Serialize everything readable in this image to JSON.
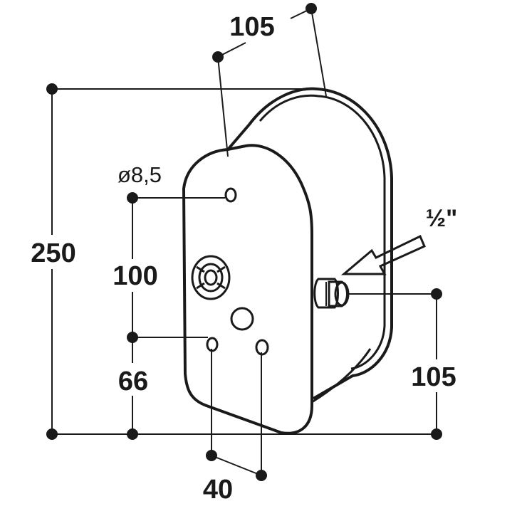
{
  "dimensions": {
    "height_total": "250",
    "depth_top": "105",
    "hole_diameter": "ø8,5",
    "hole_spacing_vertical": "100",
    "hole_offset_bottom": "66",
    "hole_spacing_horizontal": "40",
    "fitting_height": "105",
    "fitting_size": "½\""
  },
  "colors": {
    "stroke": "#1a1a1a",
    "background": "#ffffff",
    "arrow_fill": "#ffffff"
  }
}
